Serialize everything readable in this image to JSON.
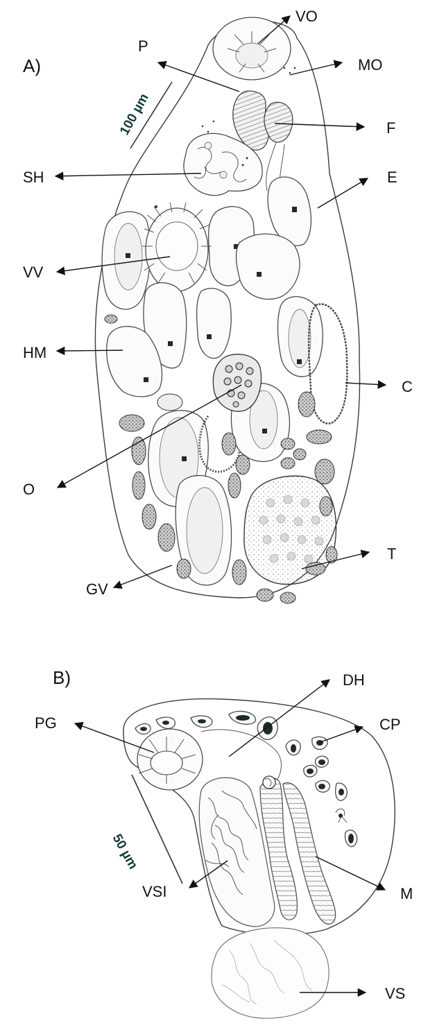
{
  "panels": {
    "a": "A)",
    "b": "B)"
  },
  "scales": {
    "a": "100 µm",
    "b": "50 µm"
  },
  "labels_a": {
    "vo": "VO",
    "p": "P",
    "mo": "MO",
    "f": "F",
    "sh": "SH",
    "e": "E",
    "vv": "VV",
    "hm": "HM",
    "c": "C",
    "o": "O",
    "t": "T",
    "gv": "GV"
  },
  "labels_b": {
    "dh": "DH",
    "pg": "PG",
    "cp": "CP",
    "vsi": "VSI",
    "m": "M",
    "vs": "VS"
  }
}
